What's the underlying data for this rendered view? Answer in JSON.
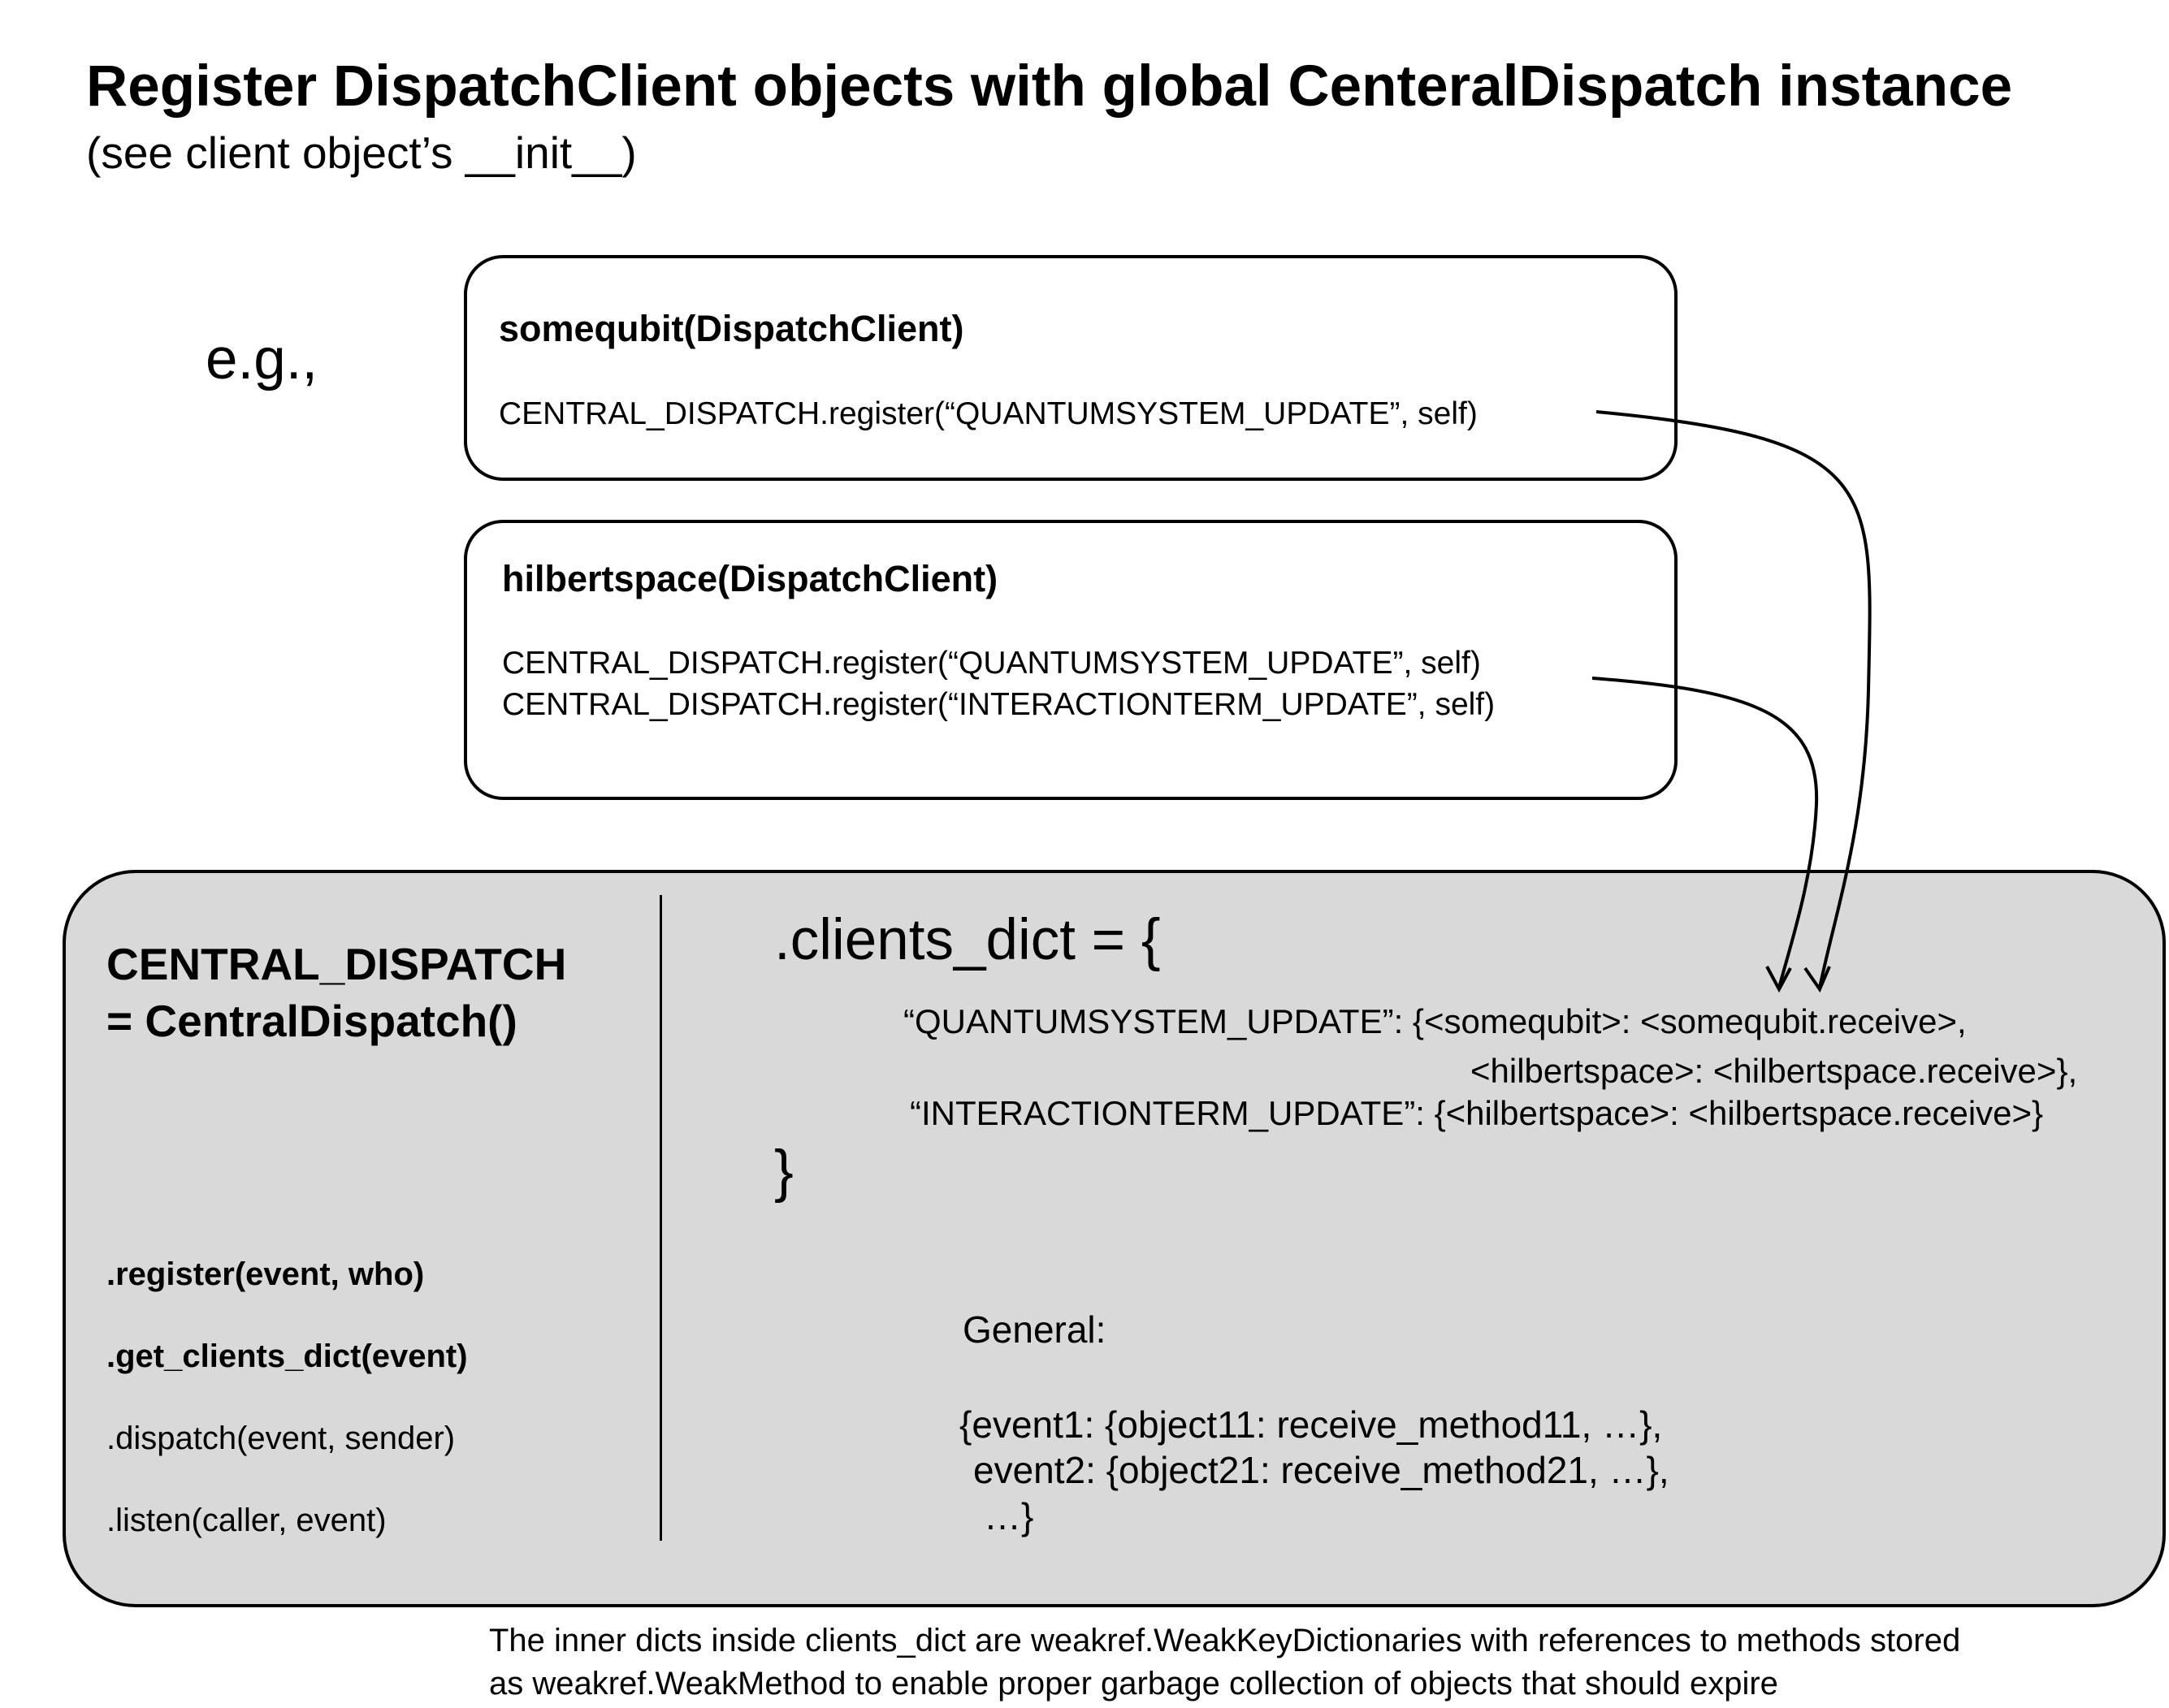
{
  "header": {
    "title": "Register DispatchClient objects with global CenteralDispatch instance",
    "subtitle": "(see client object’s __init__)"
  },
  "example_label": "e.g.,",
  "clients": [
    {
      "title": "somequbit(DispatchClient)",
      "lines": [
        "CENTRAL_DISPATCH.register(“QUANTUMSYSTEM_UPDATE”, self)"
      ]
    },
    {
      "title": "hilbertspace(DispatchClient)",
      "lines": [
        "CENTRAL_DISPATCH.register(“QUANTUMSYSTEM_UPDATE”, self)",
        "CENTRAL_DISPATCH.register(“INTERACTIONTERM_UPDATE”, self)"
      ]
    }
  ],
  "central": {
    "name_line1": "CENTRAL_DISPATCH",
    "name_line2": "= CentralDispatch()",
    "methods": [
      ".register(event, who)",
      ".get_clients_dict(event)",
      ".dispatch(event, sender)",
      ".listen(caller, event)"
    ],
    "dict_open": ".clients_dict = {",
    "dict_lines": [
      "“QUANTUMSYSTEM_UPDATE”:  {<somequbit>: <somequbit.receive>,",
      "<hilbertspace>: <hilbertspace.receive>},",
      "“INTERACTIONTERM_UPDATE”: {<hilbertspace>: <hilbertspace.receive>}"
    ],
    "dict_close": "}",
    "general_label": "General:",
    "general_lines": [
      "{event1:   {object11: receive_method11, …},",
      "event2:   {object21: receive_method21, …},",
      "…}"
    ]
  },
  "footnote": [
    "The inner dicts inside clients_dict are weakref.WeakKeyDictionaries with references to methods stored",
    "as weakref.WeakMethod to enable proper garbage collection of objects that should expire"
  ]
}
